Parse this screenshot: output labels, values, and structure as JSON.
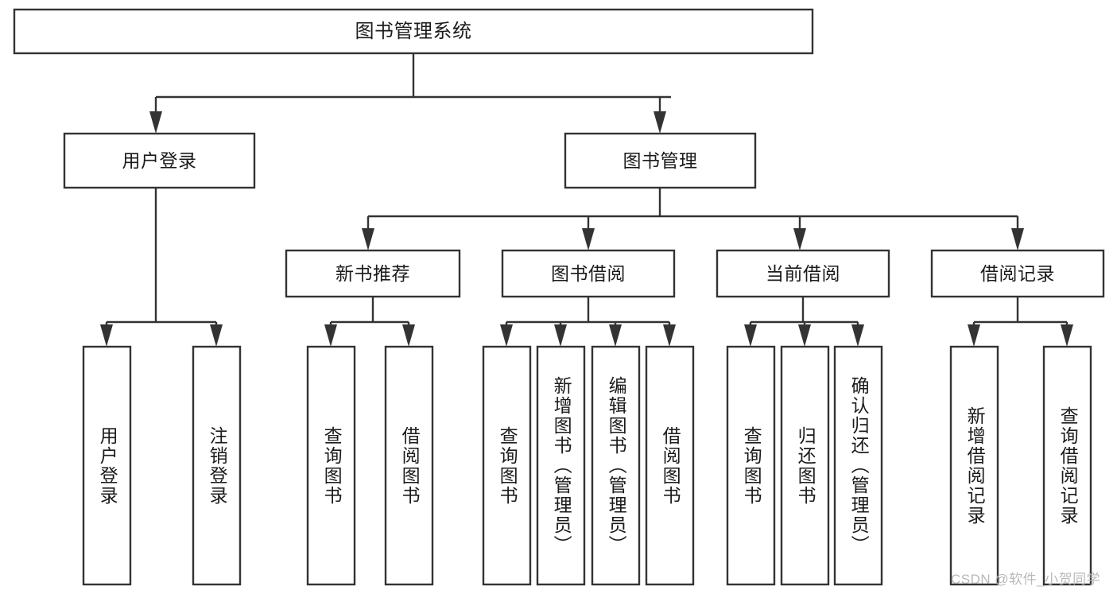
{
  "diagram": {
    "type": "tree-hierarchy-chart",
    "title_text": "图书管理系统",
    "colors": {
      "stroke": "#333333",
      "box_fill": "#ffffff",
      "text": "#1b1b1b",
      "background": "#ffffff",
      "watermark": "#b9b9b9"
    },
    "root": {
      "id": "root",
      "label": "图书管理系统"
    },
    "level2": [
      {
        "id": "user-login",
        "label": "用户登录"
      },
      {
        "id": "book-manage",
        "label": "图书管理"
      }
    ],
    "level3": [
      {
        "id": "new-book-recommend",
        "label": "新书推荐"
      },
      {
        "id": "book-borrow",
        "label": "图书借阅"
      },
      {
        "id": "current-borrow",
        "label": "当前借阅"
      },
      {
        "id": "borrow-record",
        "label": "借阅记录"
      }
    ],
    "leaves": {
      "user_login": [
        {
          "id": "leaf-user-login",
          "label": "用户登录"
        },
        {
          "id": "leaf-logout-login",
          "label": "注销登录"
        }
      ],
      "new_book_recommend": [
        {
          "id": "leaf-query-book-1",
          "label": "查询图书"
        },
        {
          "id": "leaf-borrow-book-1",
          "label": "借阅图书"
        }
      ],
      "book_borrow": [
        {
          "id": "leaf-query-book-2",
          "label": "查询图书"
        },
        {
          "id": "leaf-add-book-admin",
          "label": "新增图书（管理员）"
        },
        {
          "id": "leaf-edit-book-admin",
          "label": "编辑图书（管理员）"
        },
        {
          "id": "leaf-borrow-book-2",
          "label": "借阅图书"
        }
      ],
      "current_borrow": [
        {
          "id": "leaf-query-book-3",
          "label": "查询图书"
        },
        {
          "id": "leaf-return-book",
          "label": "归还图书"
        },
        {
          "id": "leaf-confirm-return-admin",
          "label": "确认归还（管理员）"
        }
      ],
      "borrow_record": [
        {
          "id": "leaf-add-borrow-record",
          "label": "新增借阅记录"
        },
        {
          "id": "leaf-query-borrow-record",
          "label": "查询借阅记录"
        }
      ]
    },
    "watermark": "CSDN @软件_小贺同学"
  }
}
